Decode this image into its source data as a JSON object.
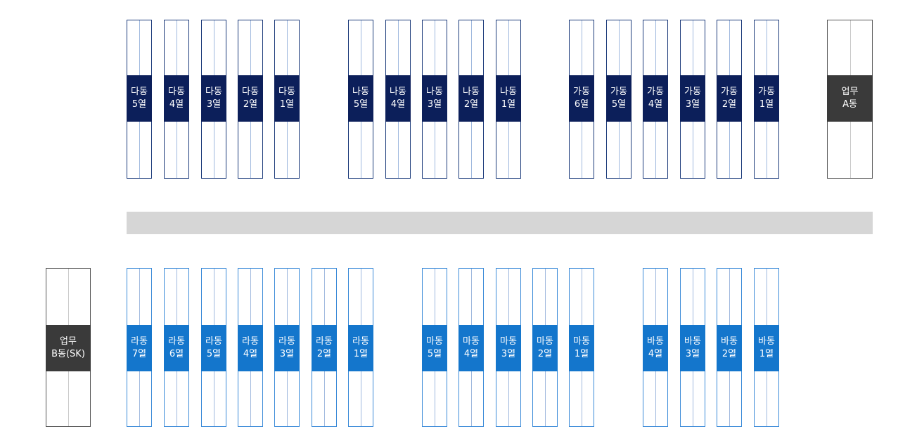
{
  "top_row": [
    {
      "line1": "다동",
      "line2": "5열"
    },
    {
      "line1": "다동",
      "line2": "4열"
    },
    {
      "line1": "다동",
      "line2": "3열"
    },
    {
      "line1": "다동",
      "line2": "2열"
    },
    {
      "line1": "다동",
      "line2": "1열"
    },
    {
      "line1": "나동",
      "line2": "5열"
    },
    {
      "line1": "나동",
      "line2": "4열"
    },
    {
      "line1": "나동",
      "line2": "3열"
    },
    {
      "line1": "나동",
      "line2": "2열"
    },
    {
      "line1": "나동",
      "line2": "1열"
    },
    {
      "line1": "가동",
      "line2": "6열"
    },
    {
      "line1": "가동",
      "line2": "5열"
    },
    {
      "line1": "가동",
      "line2": "4열"
    },
    {
      "line1": "가동",
      "line2": "3열"
    },
    {
      "line1": "가동",
      "line2": "2열"
    },
    {
      "line1": "가동",
      "line2": "1열"
    }
  ],
  "bottom_row": [
    {
      "line1": "라동",
      "line2": "7열"
    },
    {
      "line1": "라동",
      "line2": "6열"
    },
    {
      "line1": "라동",
      "line2": "5열"
    },
    {
      "line1": "라동",
      "line2": "4열"
    },
    {
      "line1": "라동",
      "line2": "3열"
    },
    {
      "line1": "라동",
      "line2": "2열"
    },
    {
      "line1": "라동",
      "line2": "1열"
    },
    {
      "line1": "마동",
      "line2": "5열"
    },
    {
      "line1": "마동",
      "line2": "4열"
    },
    {
      "line1": "마동",
      "line2": "3열"
    },
    {
      "line1": "마동",
      "line2": "2열"
    },
    {
      "line1": "마동",
      "line2": "1열"
    },
    {
      "line1": "바동",
      "line2": "4열"
    },
    {
      "line1": "바동",
      "line2": "3열"
    },
    {
      "line1": "바동",
      "line2": "2열"
    },
    {
      "line1": "바동",
      "line2": "1열"
    }
  ],
  "offices": [
    {
      "line1": "업무",
      "line2": "A동"
    },
    {
      "line1": "업무",
      "line2": "B동(SK)"
    }
  ],
  "colors": {
    "top_label": "#0c1f5a",
    "bottom_label": "#1476cc",
    "office_label": "#3a3a3a",
    "aisle": "#d6d6d6"
  }
}
